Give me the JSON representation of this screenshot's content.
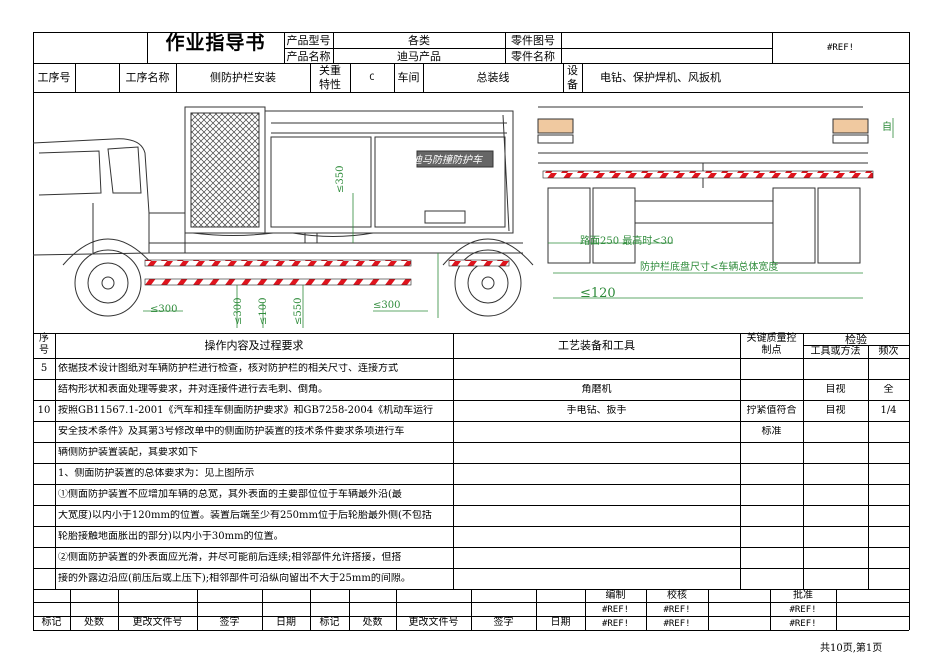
{
  "header": {
    "title": "作业指导书",
    "product_model_label": "产品型号",
    "product_model_value": "各类",
    "product_name_label": "产品名称",
    "product_name_value": "迪马产品",
    "part_drawing_label": "零件图号",
    "part_drawing_value": "",
    "part_name_label": "零件名称",
    "part_name_value": "",
    "ref": "#REF!"
  },
  "process": {
    "no_label": "工序号",
    "no_value": "",
    "name_label": "工序名称",
    "name_value": "侧防护栏安装",
    "key_label_1": "关重",
    "key_label_2": "特性",
    "key_value": "C",
    "workshop_label": "车间",
    "workshop_value": "总装线",
    "equip_label_1": "设",
    "equip_label_2": "备",
    "equip_value": "电钻、保护焊机、风扳机"
  },
  "drawing": {
    "side_dims": [
      "≤300",
      "≤350",
      "≤300",
      "≤550",
      "≤300",
      "≤100"
    ],
    "banner": "迪马防撞防护车",
    "rear_dims": {
      "a": "路面250 最高时<30",
      "b": "防护栏底盘尺寸<车辆总体宽度",
      "c": "≤120"
    },
    "side_label": "自"
  },
  "table": {
    "headers": {
      "seq_1": "序",
      "seq_2": "号",
      "content": "操作内容及过程要求",
      "tools": "工艺装备和工具",
      "kp_1": "关键质量控",
      "kp_2": "制点",
      "check": "检验",
      "method": "工具或方法",
      "freq": "频次"
    },
    "rows": [
      {
        "seq": "5",
        "content": "依据技术设计图纸对车辆防护栏进行检查，核对防护栏的相关尺寸、连接方式",
        "tool": "",
        "kp": "",
        "method": "",
        "freq": ""
      },
      {
        "seq": "",
        "content": "结构形状和表面处理等要求，并对连接件进行去毛刺、倒角。",
        "tool": "角磨机",
        "kp": "",
        "method": "目视",
        "freq": "全"
      },
      {
        "seq": "10",
        "content": "按照GB11567.1-2001《汽车和挂车侧面防护要求》和GB7258-2004《机动车运行",
        "tool": "手电钻、扳手",
        "kp": "拧紧值符合",
        "method": "目视",
        "freq": "1/4"
      },
      {
        "seq": "",
        "content": "安全技术条件》及其第3号修改单中的侧面防护装置的技术条件要求条项进行车",
        "tool": "",
        "kp": "标准",
        "method": "",
        "freq": ""
      },
      {
        "seq": "",
        "content": "辆侧防护装置装配，其要求如下",
        "tool": "",
        "kp": "",
        "method": "",
        "freq": ""
      },
      {
        "seq": "",
        "content": "1、侧面防护装置的总体要求为：见上图所示",
        "tool": "",
        "kp": "",
        "method": "",
        "freq": ""
      },
      {
        "seq": "",
        "content": "①侧面防护装置不应增加车辆的总宽，其外表面的主要部位位于车辆最外沿(最",
        "tool": "",
        "kp": "",
        "method": "",
        "freq": ""
      },
      {
        "seq": "",
        "content": "大宽度)以内小于120mm的位置。装置后端至少有250mm位于后轮胎最外侧(不包括",
        "tool": "",
        "kp": "",
        "method": "",
        "freq": ""
      },
      {
        "seq": "",
        "content": "轮胎接触地面胀出的部分)以内小于30mm的位置。",
        "tool": "",
        "kp": "",
        "method": "",
        "freq": ""
      },
      {
        "seq": "",
        "content": "②侧面防护装置的外表面应光滑，并尽可能前后连续;相邻部件允许搭接，但搭",
        "tool": "",
        "kp": "",
        "method": "",
        "freq": ""
      },
      {
        "seq": "",
        "content": "接的外露边沿应(前压后或上压下);相邻部件可沿纵向留出不大于25mm的间隙。",
        "tool": "",
        "kp": "",
        "method": "",
        "freq": ""
      }
    ]
  },
  "footer": {
    "compile": "编制",
    "review": "校核",
    "approve": "批准",
    "ref": "#REF!",
    "labels": [
      "标记",
      "处数",
      "更改文件号",
      "签字",
      "日期",
      "标记",
      "处数",
      "更改文件号",
      "签字",
      "日期"
    ],
    "page": "共10页,第1页"
  },
  "colors": {
    "stripe_red": "#e0141e",
    "line": "#000000",
    "drawing_line": "#333333"
  }
}
